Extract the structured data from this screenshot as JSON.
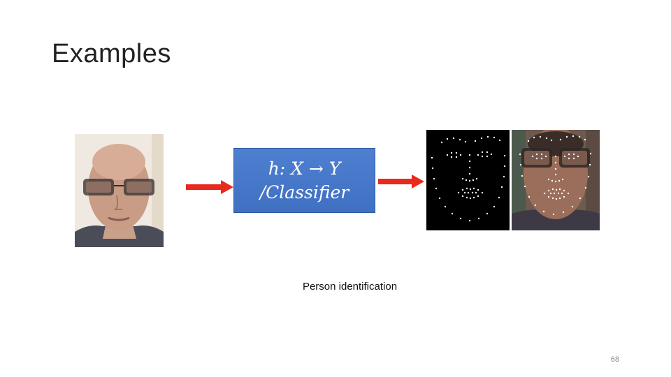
{
  "slide": {
    "title": "Examples",
    "classifier": {
      "line1": "h: X → Y",
      "line2": "/Classifier",
      "color": "#4a7acb"
    },
    "caption": "Person identification",
    "page_number": "68",
    "arrow_color": "#e8291c"
  }
}
